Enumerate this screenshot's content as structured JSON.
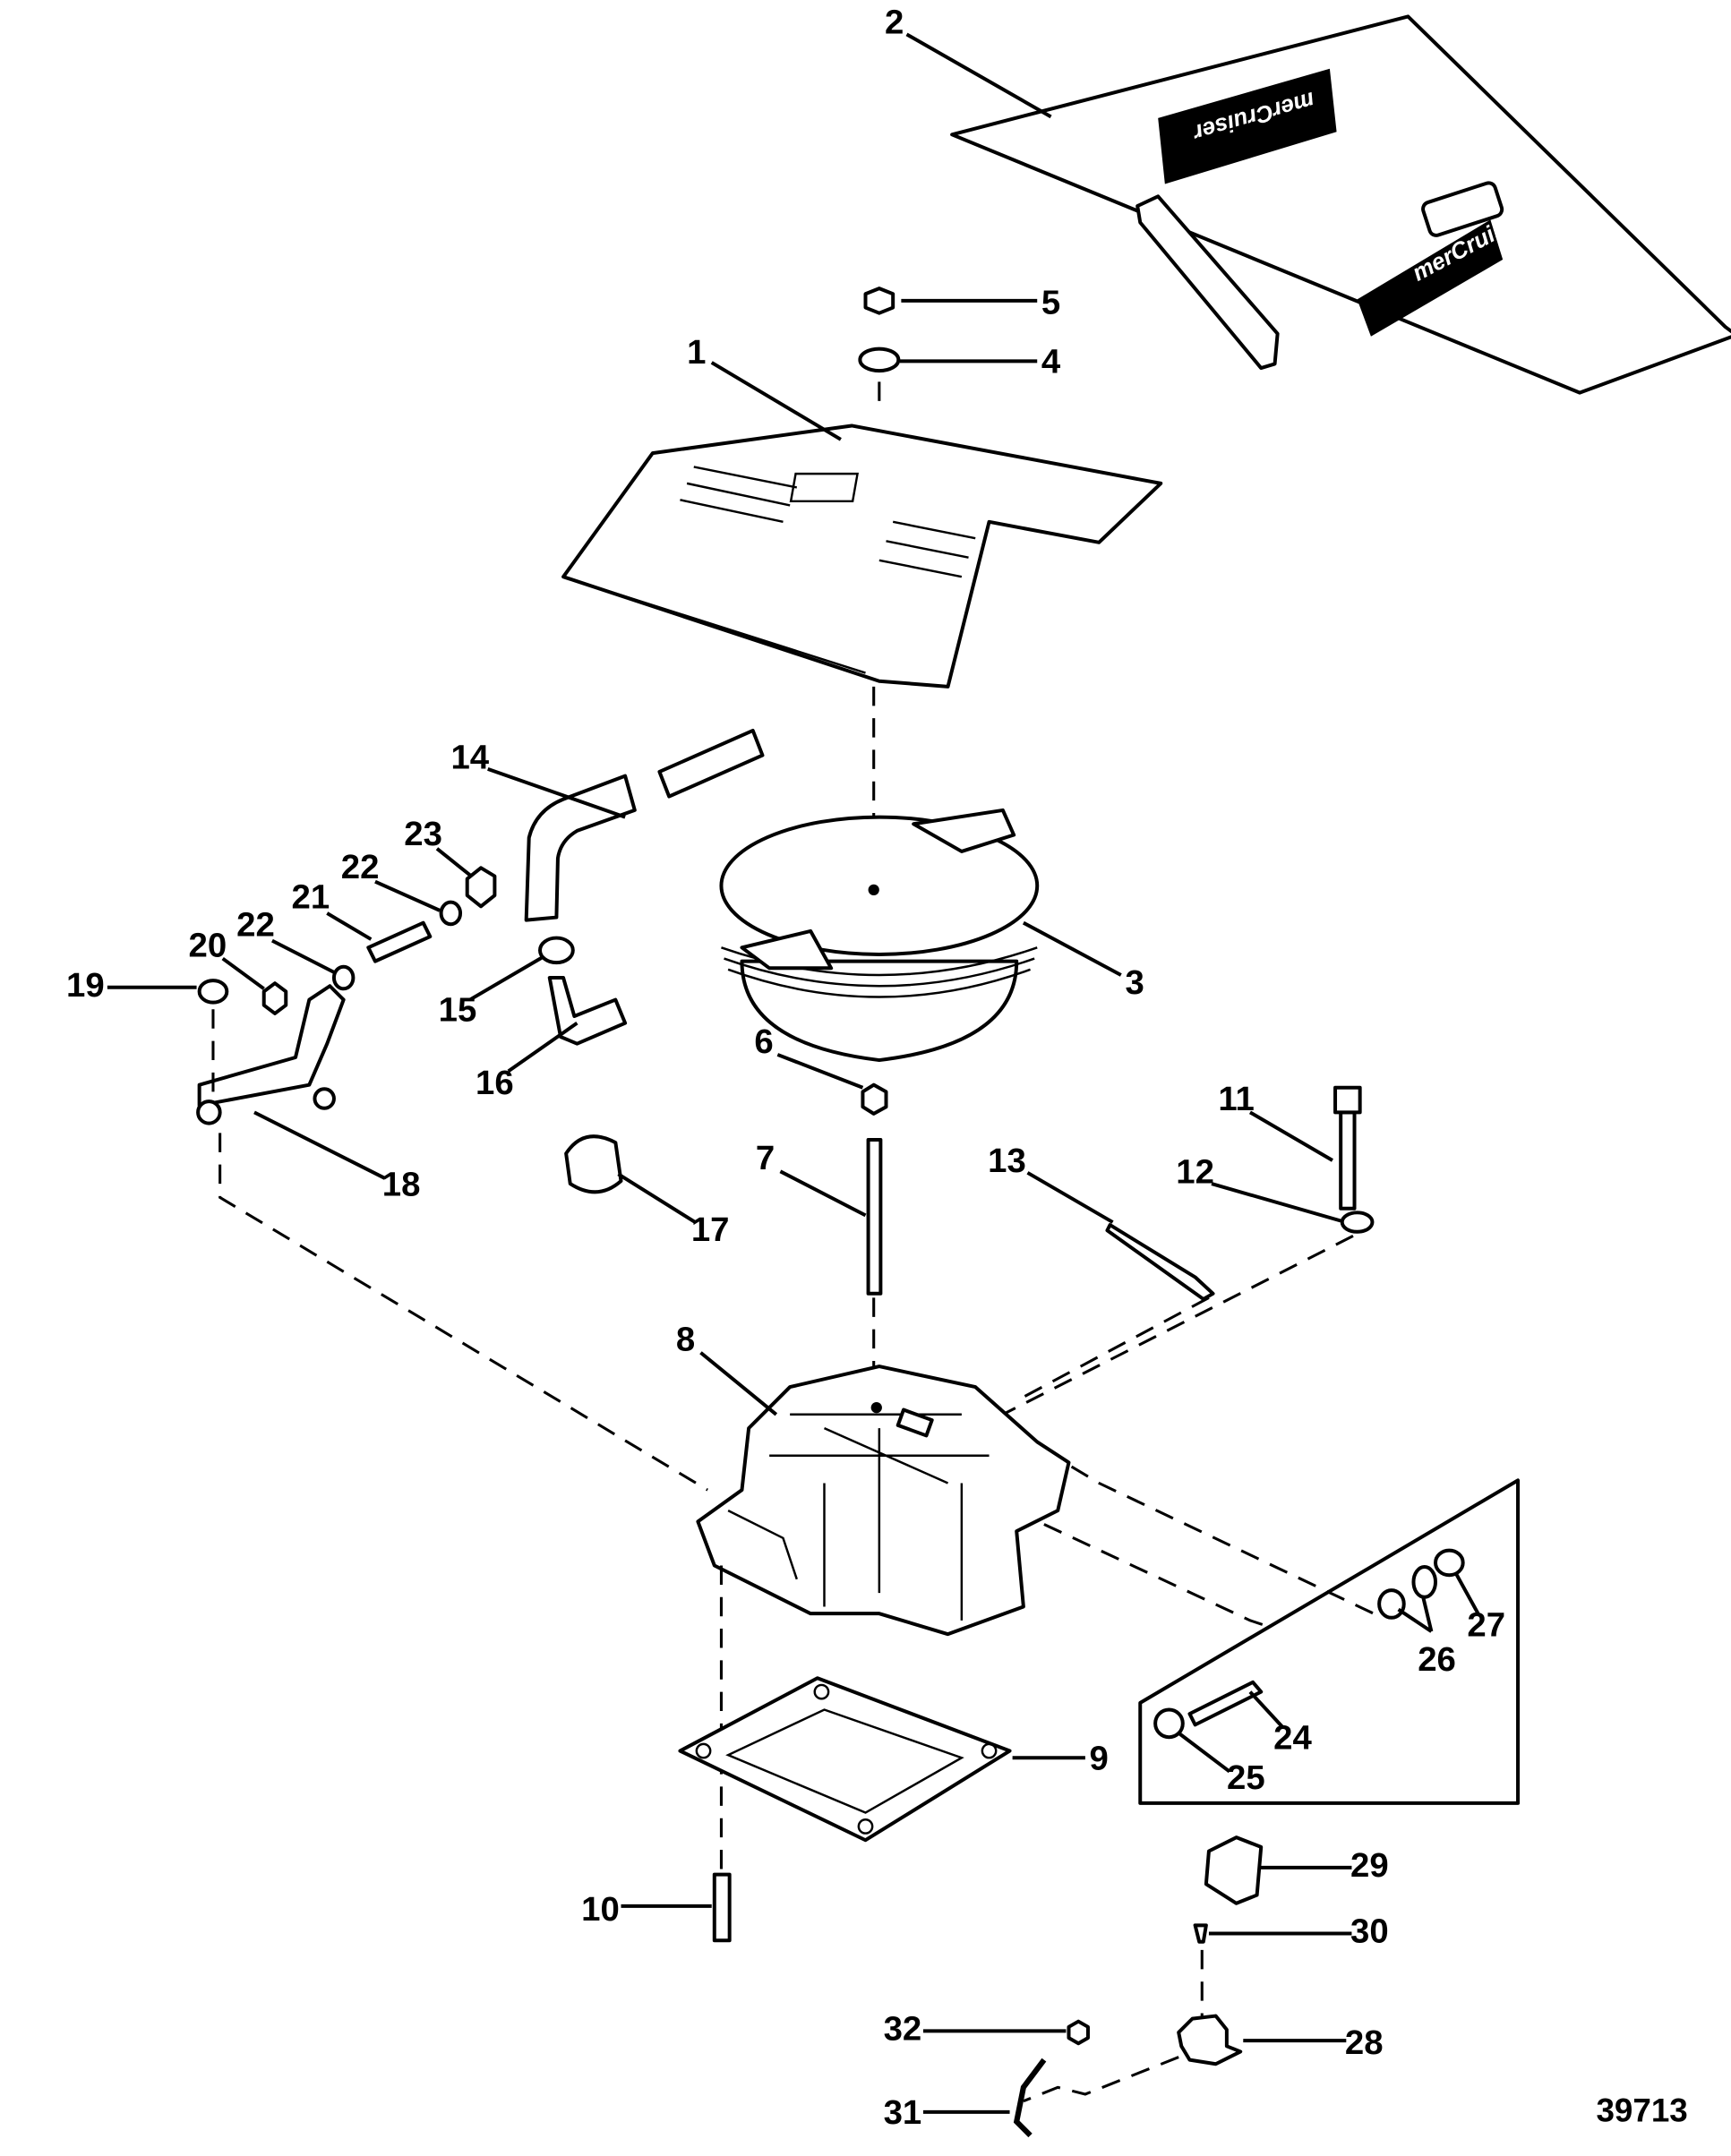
{
  "diagram": {
    "figure_number": "39713",
    "logo_text": "merCruiser",
    "callouts": [
      "1",
      "2",
      "3",
      "4",
      "5",
      "6",
      "7",
      "8",
      "9",
      "10",
      "11",
      "12",
      "13",
      "14",
      "15",
      "16",
      "17",
      "18",
      "19",
      "20",
      "21",
      "22",
      "22",
      "23",
      "24",
      "25",
      "26",
      "27",
      "28",
      "29",
      "30",
      "31",
      "32"
    ]
  }
}
